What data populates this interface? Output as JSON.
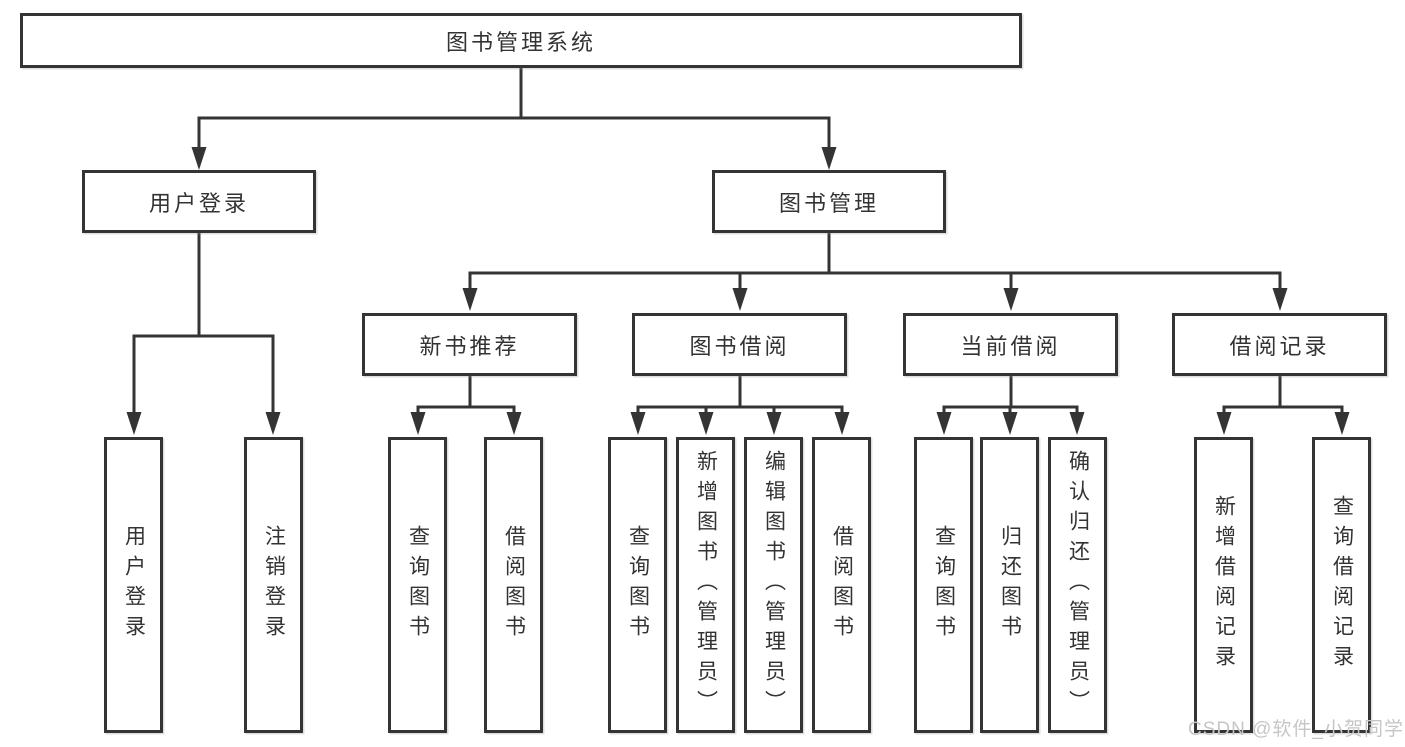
{
  "tree": {
    "label": "图书管理系统",
    "children": [
      {
        "label": "用户登录",
        "children": [
          {
            "label": "用户登录"
          },
          {
            "label": "注销登录"
          }
        ]
      },
      {
        "label": "图书管理",
        "children": [
          {
            "label": "新书推荐",
            "children": [
              {
                "label": "查询图书"
              },
              {
                "label": "借阅图书"
              }
            ]
          },
          {
            "label": "图书借阅",
            "children": [
              {
                "label": "查询图书"
              },
              {
                "label": "新增图书（管理员）"
              },
              {
                "label": "编辑图书（管理员）"
              },
              {
                "label": "借阅图书"
              }
            ]
          },
          {
            "label": "当前借阅",
            "children": [
              {
                "label": "查询图书"
              },
              {
                "label": "归还图书"
              },
              {
                "label": "确认归还（管理员）"
              }
            ]
          },
          {
            "label": "借阅记录",
            "children": [
              {
                "label": "新增借阅记录"
              },
              {
                "label": "查询借阅记录"
              }
            ]
          }
        ]
      }
    ]
  },
  "watermark": "CSDN @软件_小贺同学",
  "colors": {
    "line": "#343434",
    "text": "#333333",
    "background": "#ffffff",
    "watermark": "#c6c6c6"
  }
}
